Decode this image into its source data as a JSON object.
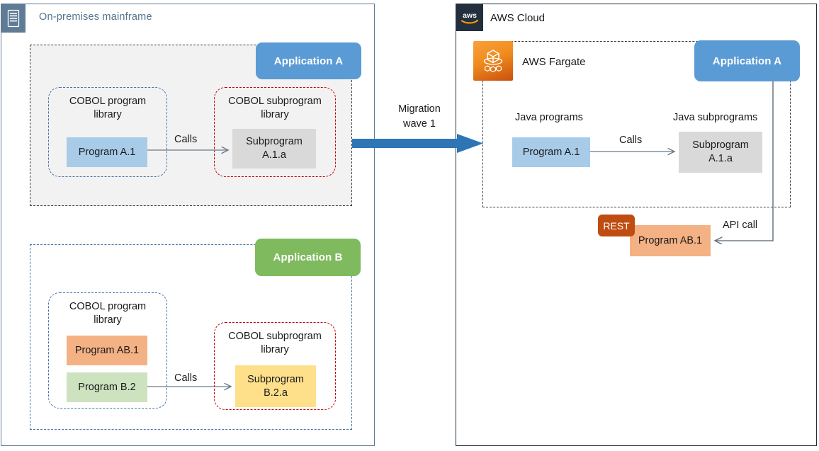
{
  "diagram": {
    "onprem": {
      "title": "On-premises mainframe",
      "icon": "mainframe-server-icon",
      "border_color": "#5f7b95",
      "applications": [
        {
          "badge": "Application A",
          "badge_color": "#5b9bd5",
          "fill": "#f2f2f2",
          "libraries": [
            {
              "title_line1": "COBOL program",
              "title_line2": "library",
              "border": "#4572a7",
              "boxes": [
                {
                  "label": "Program A.1",
                  "color": "#a8cbe8"
                }
              ]
            },
            {
              "title_line1": "COBOL subprogram",
              "title_line2": "library",
              "border": "#c00000",
              "boxes": [
                {
                  "label_line1": "Subprogram",
                  "label_line2": "A.1.a",
                  "color": "#d9d9d9"
                }
              ]
            }
          ],
          "connector_label": "Calls"
        },
        {
          "badge": "Application B",
          "badge_color": "#7fba5e",
          "fill": "none",
          "libraries": [
            {
              "title_line1": "COBOL program",
              "title_line2": "library",
              "border": "#4572a7",
              "boxes": [
                {
                  "label": "Program AB.1",
                  "color": "#f4b183"
                },
                {
                  "label": "Program B.2",
                  "color": "#cde3c0"
                }
              ]
            },
            {
              "title_line1": "COBOL subprogram",
              "title_line2": "library",
              "border": "#c00000",
              "boxes": [
                {
                  "label_line1": "Subprogram",
                  "label_line2": "B.2.a",
                  "color": "#ffe08a"
                }
              ]
            }
          ],
          "connector_label": "Calls"
        }
      ]
    },
    "migration": {
      "label_line1": "Migration",
      "label_line2": "wave 1",
      "arrow_color": "#2e75b6"
    },
    "aws": {
      "title": "AWS Cloud",
      "icon": "aws-logo-icon",
      "border_color": "#232f3e",
      "service": {
        "name": "AWS Fargate",
        "icon": "aws-fargate-icon",
        "icon_color": "#ec7211"
      },
      "badge": "Application A",
      "badge_color": "#5b9bd5",
      "column_labels": {
        "programs": "Java programs",
        "subprograms": "Java subprograms"
      },
      "boxes": [
        {
          "label": "Program A.1",
          "color": "#a8cbe8"
        },
        {
          "label_line1": "Subprogram",
          "label_line2": "A.1.a",
          "color": "#d9d9d9"
        }
      ],
      "connector_label": "Calls",
      "rest_service": {
        "chip": "REST",
        "chip_color": "#bf4d11",
        "label": "Program AB.1",
        "color": "#f4b183"
      },
      "api_connector_label": "API call"
    }
  }
}
